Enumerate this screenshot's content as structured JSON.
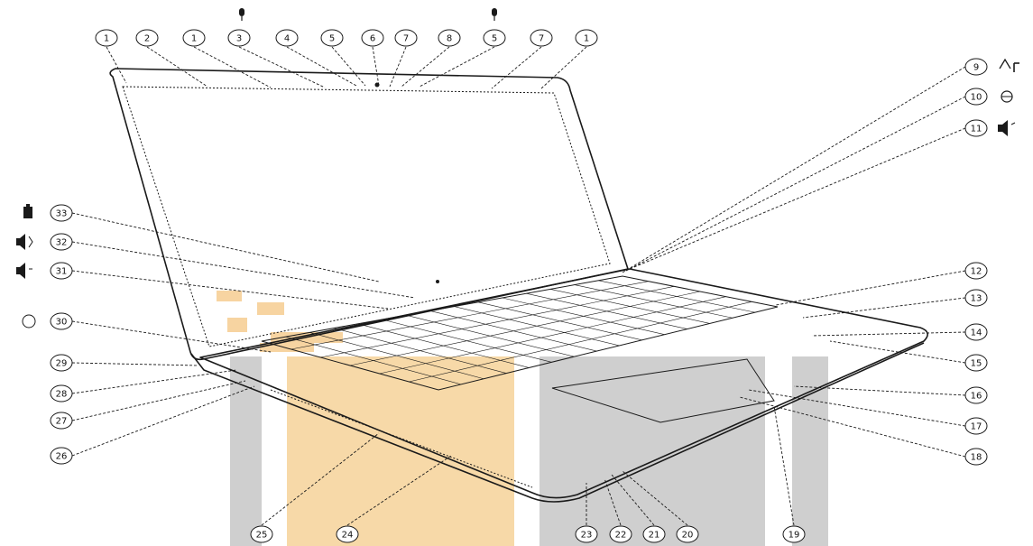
{
  "colors": {
    "line": "#1a1a1a",
    "gray_band": "#cfcfcf",
    "orange_band": "#f7d9a8",
    "orange_mark": "#f5c98a",
    "background": "#ffffff"
  },
  "callouts": {
    "top": [
      "1",
      "2",
      "1",
      "3",
      "4",
      "5",
      "6",
      "7",
      "8",
      "5",
      "7",
      "1"
    ],
    "right": [
      "9",
      "10",
      "11",
      "12",
      "13",
      "14",
      "15",
      "16",
      "17",
      "18"
    ],
    "bottom": [
      "25",
      "24",
      "23",
      "22",
      "21",
      "20",
      "19"
    ],
    "left": [
      "33",
      "32",
      "31",
      "30",
      "29",
      "28",
      "27",
      "26"
    ]
  },
  "icons": {
    "top": [
      "microphone-icon",
      "microphone-icon"
    ],
    "right": [
      "wifi-signal-icon",
      "bluetooth-icon",
      "speaker-icon"
    ],
    "left": [
      "battery-icon",
      "speaker-down-icon",
      "speaker-icon",
      "power-icon"
    ]
  }
}
